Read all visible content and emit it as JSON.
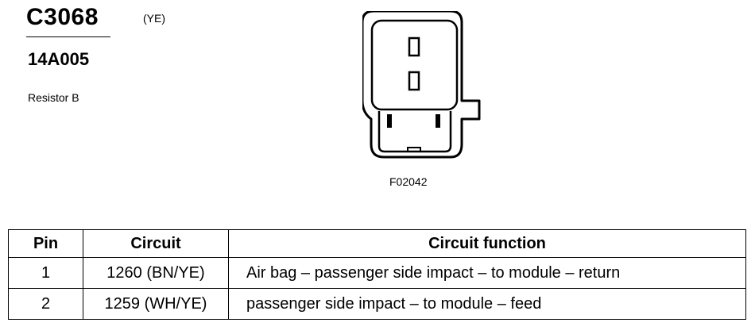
{
  "header": {
    "connector_id": "C3068",
    "color_code": "(YE)",
    "part_number": "14A005",
    "component_name": "Resistor B"
  },
  "figure": {
    "id": "F02042"
  },
  "table": {
    "headers": {
      "pin": "Pin",
      "circuit": "Circuit",
      "function": "Circuit function"
    },
    "rows": [
      {
        "pin": "1",
        "circuit": "1260 (BN/YE)",
        "function": "Air bag – passenger side impact – to module – return"
      },
      {
        "pin": "2",
        "circuit": "1259 (WH/YE)",
        "function": "passenger side impact – to module – feed"
      }
    ]
  }
}
